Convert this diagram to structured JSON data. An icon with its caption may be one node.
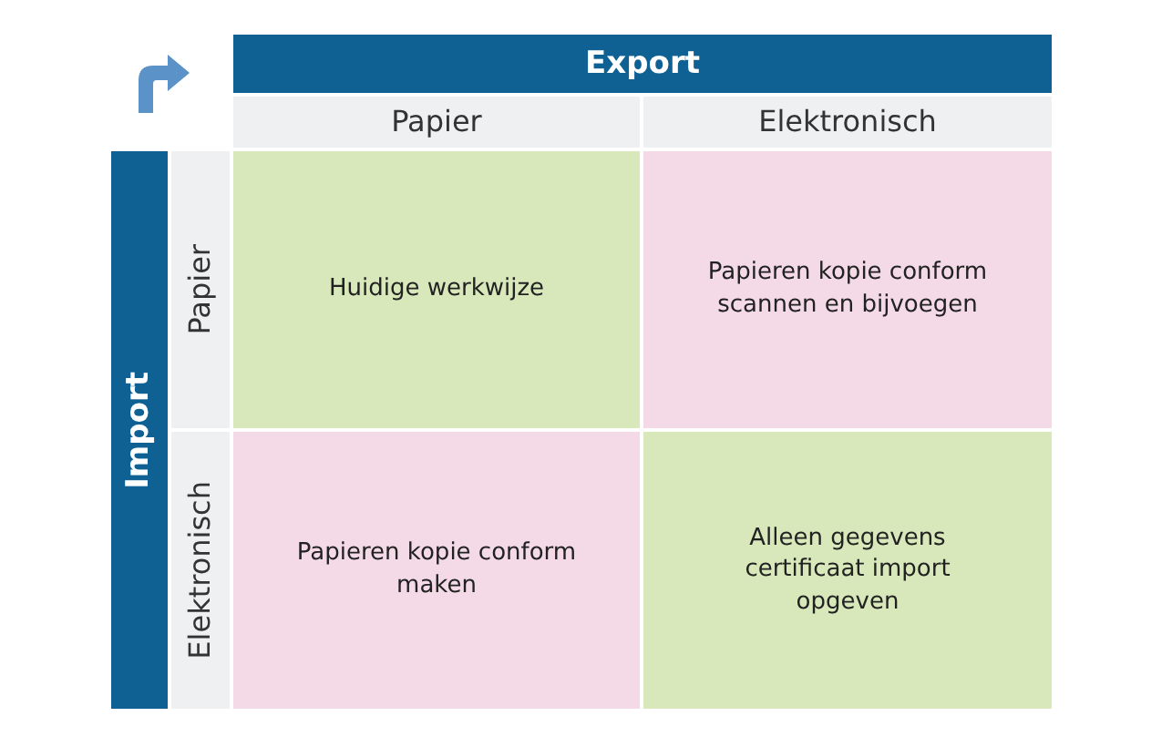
{
  "diagram": {
    "nodes": [
      {
        "text": [
          "Export"
        ]
      },
      {
        "text": [
          "Papier"
        ]
      },
      {
        "text": [
          "Elektronisch"
        ]
      },
      {
        "text": [
          "Import"
        ]
      },
      {
        "text": [
          "Papier"
        ]
      },
      {
        "text": [
          "Elektronisch"
        ]
      },
      {
        "text": [
          "Huidige werkwijze"
        ]
      },
      {
        "text": [
          "Papieren kopie conform scannen en bijvoegen"
        ]
      },
      {
        "text": [
          "Papieren kopie conform maken"
        ]
      },
      {
        "text": [
          "Alleen gegevens certificaat import opgeven"
        ]
      }
    ],
    "edges": []
  }
}
